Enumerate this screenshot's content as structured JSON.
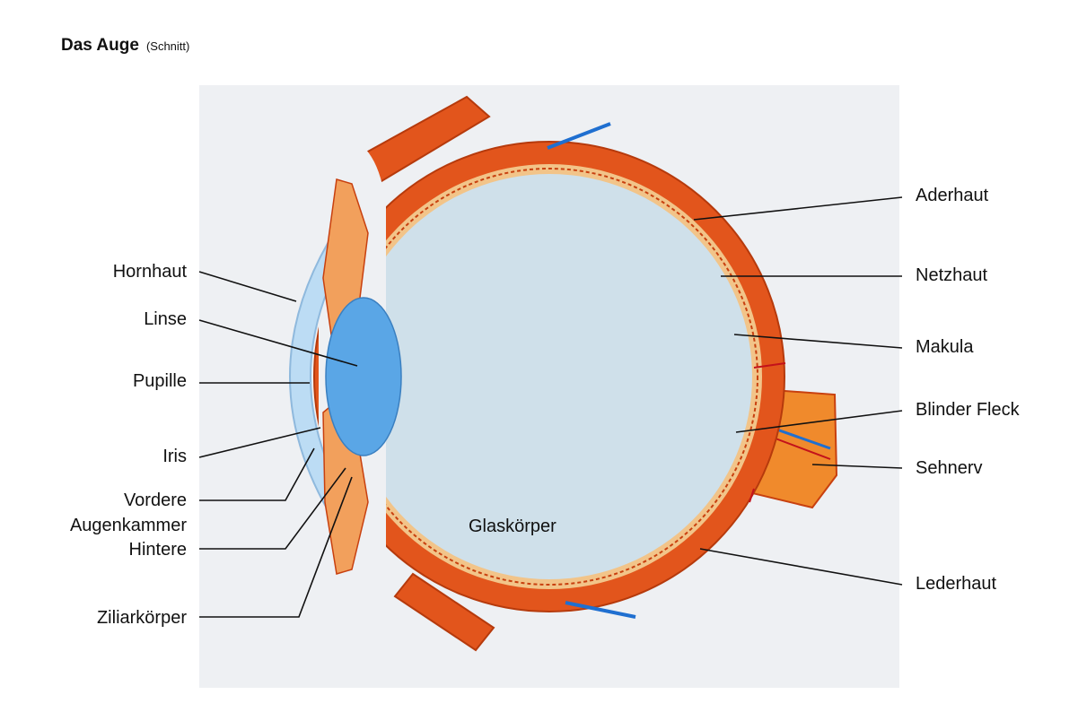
{
  "title": "Das Auge",
  "subtitle": "(Schnitt)",
  "colors": {
    "sclera": "#e2551c",
    "sclera_dark": "#c8400f",
    "vitreous": "#cfe0ea",
    "lens": "#5aa6e6",
    "cornea": "#bcdcf4",
    "retina": "#f2c489",
    "vessel_red": "#c3121b",
    "vessel_blue": "#1f6fd0",
    "optic_nerve": "#f08a2c",
    "background_panel": "#eef0f3"
  },
  "labels": {
    "hornhaut": "Hornhaut",
    "linse": "Linse",
    "pupille": "Pupille",
    "iris": "Iris",
    "vordere": "Vordere",
    "augenkammer": "Augenkammer",
    "hintere": "Hintere",
    "ziliarkoerper": "Ziliarkörper",
    "glaskoerper": "Glaskörper",
    "aderhaut": "Aderhaut",
    "netzhaut": "Netzhaut",
    "makula": "Makula",
    "blinder_fleck": "Blinder Fleck",
    "sehnerv": "Sehnerv",
    "lederhaut": "Lederhaut"
  }
}
